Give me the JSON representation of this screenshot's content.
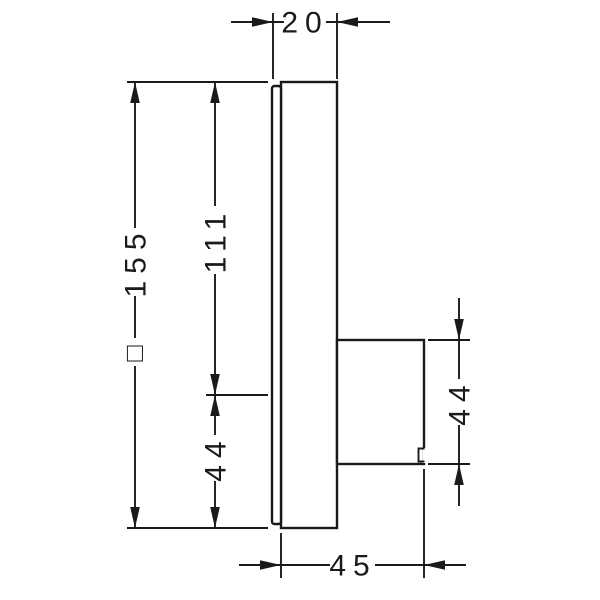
{
  "drawing": {
    "colors": {
      "line": "#1a1a1a",
      "background": "#ffffff"
    },
    "symbols": {
      "square": "□"
    },
    "dimensions": {
      "top_depth": "20",
      "left_height": "155",
      "inner_upper": "111",
      "inner_lower": "44",
      "right_body": "44",
      "bottom_depth": "45"
    }
  }
}
